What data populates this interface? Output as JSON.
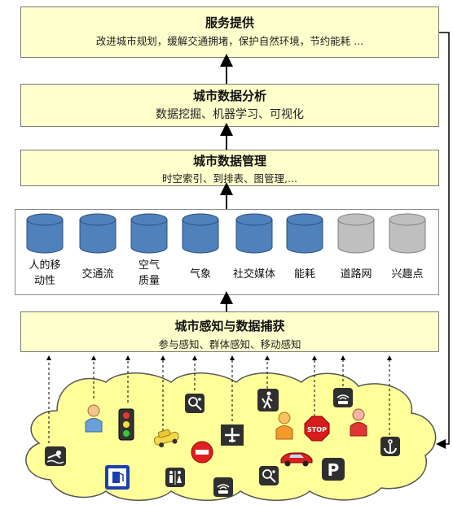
{
  "layers": {
    "service": {
      "title": "服务提供",
      "subtitle": "改进城市规划，缓解交通拥堵，保护自然环境，节约能耗 ..."
    },
    "analysis": {
      "title": "城市数据分析",
      "subtitle": "数据挖掘、机器学习、可视化"
    },
    "management": {
      "title": "城市数据管理",
      "subtitle": "时空索引、到排表、图管理,..."
    },
    "sensing": {
      "title": "城市感知与数据捕获",
      "subtitle": "参与感知、群体感知、移动感知"
    }
  },
  "datasets": [
    {
      "line1": "人的移",
      "line2": "动性",
      "color": "#4f81bd"
    },
    {
      "line1": "交通流",
      "line2": "",
      "color": "#4f81bd"
    },
    {
      "line1": "空气",
      "line2": "质量",
      "color": "#4f81bd"
    },
    {
      "line1": "气象",
      "line2": "",
      "color": "#4f81bd"
    },
    {
      "line1": "社交媒体",
      "line2": "",
      "color": "#4f81bd"
    },
    {
      "line1": "能耗",
      "line2": "",
      "color": "#4f81bd"
    },
    {
      "line1": "道路网",
      "line2": "",
      "color": "#bfbfbf"
    },
    {
      "line1": "兴趣点",
      "line2": "",
      "color": "#bfbfbf"
    }
  ],
  "colors": {
    "layer_fill": "#ffffcc",
    "cloud_fill": "#ffff99",
    "db_blue": "#4f81bd",
    "db_gray": "#bfbfbf"
  },
  "stop_sign": "STOP",
  "parking_sign": "P",
  "icons": [
    "swimmer-icon",
    "fuel-station-icon",
    "person-icon",
    "traffic-light-icon",
    "taxi-icon",
    "no-entry-icon",
    "tennis-icon",
    "restroom-icon",
    "airplane-icon",
    "wifi-sensor-icon",
    "hiker-icon",
    "person-icon",
    "stop-sign-icon",
    "sports-car-icon",
    "tennis-icon",
    "person-icon",
    "parking-icon",
    "anchor-icon",
    "wifi-sensor-icon"
  ]
}
